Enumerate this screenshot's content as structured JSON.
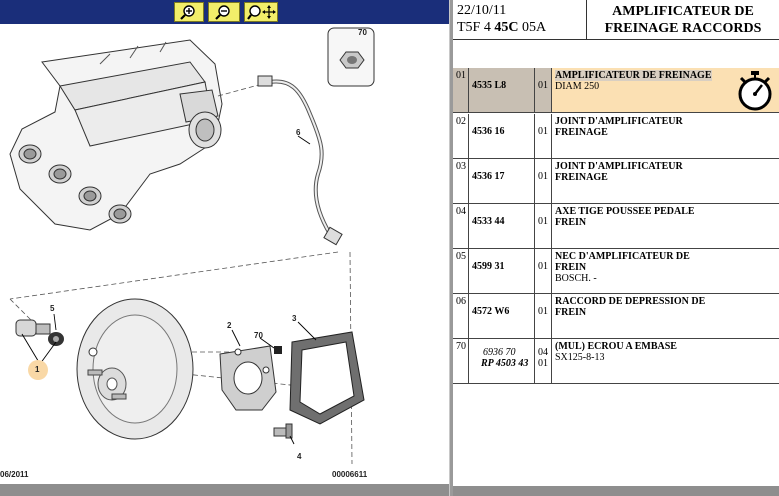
{
  "toolbar": {
    "zoom_in": "zoom-in-icon",
    "zoom_out": "zoom-out-icon",
    "pan": "pan-zoom-icon",
    "bg": "#1a2e7a",
    "button_color": "#f2ee6a"
  },
  "diagram": {
    "callouts": [
      "70",
      "6",
      "5",
      "1",
      "2",
      "70",
      "3",
      "4"
    ],
    "footer_left": "06/2011",
    "footer_right": "00006611"
  },
  "header": {
    "date": "22/10/11",
    "code_prefix": "T5F 4",
    "code_bold": "45C",
    "code_suffix": "05A",
    "title_line1": "AMPLIFICATEUR DE",
    "title_line2": "FREINAGE RACCORDS"
  },
  "parts": [
    {
      "pos": "01",
      "ref": "4535 L8",
      "qty": "01",
      "desc": "AMPLIFICATEUR DE FREINAGE",
      "note": "DIAM 250",
      "selected": true
    },
    {
      "pos": "02",
      "ref": "4536 16",
      "qty": "01",
      "desc": "JOINT D'AMPLIFICATEUR",
      "desc2": "FREINAGE",
      "note": ""
    },
    {
      "pos": "03",
      "ref": "4536 17",
      "qty": "01",
      "desc": "JOINT D'AMPLIFICATEUR",
      "desc2": "FREINAGE",
      "note": ""
    },
    {
      "pos": "04",
      "ref": "4533 44",
      "qty": "01",
      "desc": "AXE TIGE POUSSEE PEDALE",
      "desc2": "FREIN",
      "note": ""
    },
    {
      "pos": "05",
      "ref": "4599 31",
      "qty": "01",
      "desc": "NEC D'AMPLIFICATEUR DE",
      "desc2": "FREIN",
      "note": "BOSCH. -"
    },
    {
      "pos": "06",
      "ref": "4572 W6",
      "qty": "01",
      "desc": "RACCORD DE DEPRESSION DE",
      "desc2": "FREIN",
      "note": ""
    },
    {
      "pos": "70",
      "ref": "6936 70",
      "ref2": "RP 4503 43",
      "qty": "04",
      "qty2": "01",
      "desc": "(MUL) ECROU A EMBASE",
      "note": "SX125-8-13"
    }
  ]
}
